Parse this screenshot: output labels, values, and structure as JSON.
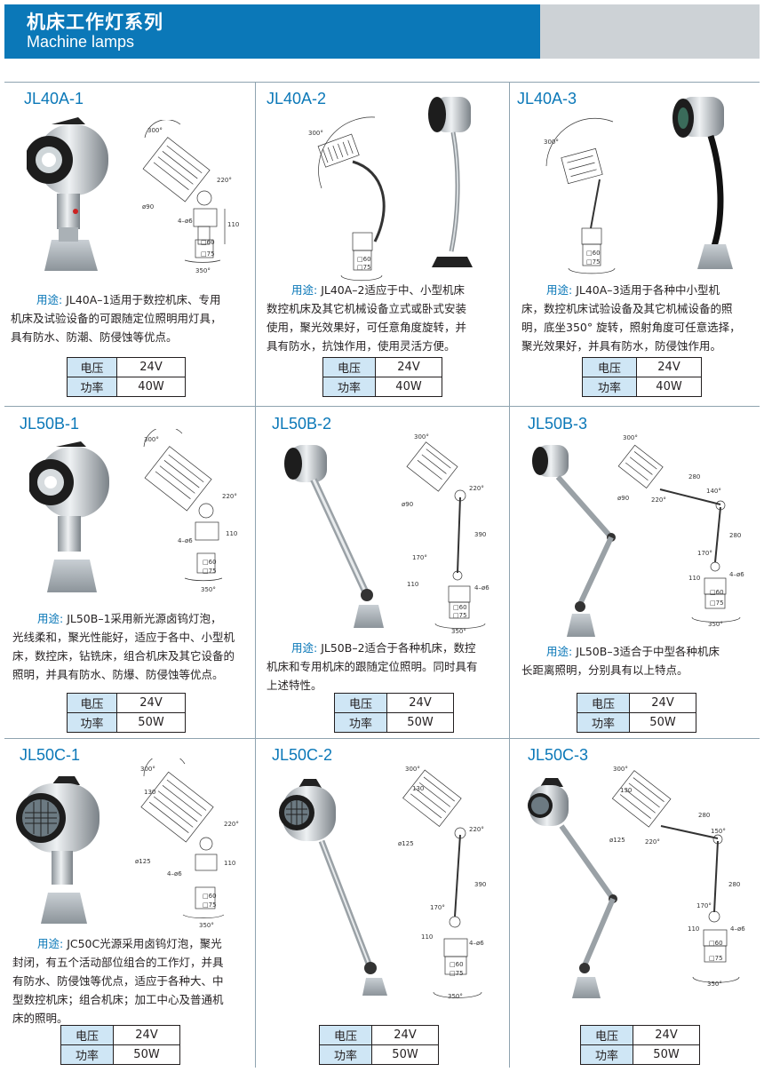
{
  "header": {
    "title_cn": "机床工作灯系列",
    "title_en": "Machine lamps"
  },
  "dim_labels": {
    "a300": "300°",
    "a220": "220°",
    "a350": "350°",
    "a170": "170°",
    "a140": "140°",
    "a150": "150°",
    "d110": "110",
    "d130": "130",
    "d390": "390",
    "d280": "280",
    "d60": "□60",
    "d75": "□75",
    "phi90": "ø90",
    "phi125": "ø125",
    "holes": "4–ø6"
  },
  "products": [
    {
      "model": "JL40A-1",
      "desc_label": "用途:",
      "desc_lines": [
        " JL40A–1适用于数控机床、专用",
        "机床及试验设备的可跟随定位照明用灯具，",
        "具有防水、防潮、防侵蚀等优点。"
      ],
      "spec_labels": [
        "电压",
        "功率"
      ],
      "spec_values": [
        "24V",
        "40W"
      ]
    },
    {
      "model": "JL40A-2",
      "desc_label": "用途:",
      "desc_lines": [
        " JL40A–2适应于中、小型机床",
        "数控机床及其它机械设备立式或卧式安装",
        "使用，聚光效果好，可任意角度旋转，并",
        "具有防水，抗蚀作用，使用灵活方便。"
      ],
      "spec_labels": [
        "电压",
        "功率"
      ],
      "spec_values": [
        "24V",
        "40W"
      ]
    },
    {
      "model": "JL40A-3",
      "desc_label": "用途:",
      "desc_lines": [
        " JL40A–3适用于各种中小型机",
        "床，数控机床试验设备及其它机械设备的照",
        "明，底坐350° 旋转，照射角度可任意选择，",
        "聚光效果好，并具有防水，防侵蚀作用。"
      ],
      "spec_labels": [
        "电压",
        "功率"
      ],
      "spec_values": [
        "24V",
        "40W"
      ]
    },
    {
      "model": "JL50B-1",
      "desc_label": "用途:",
      "desc_lines": [
        " JL50B–1采用新光源卤钨灯泡，",
        "光线柔和，聚光性能好，适应于各中、小型机",
        "床，数控床，钻铣床，组合机床及其它设备的",
        "照明，并具有防水、防爆、防侵蚀等优点。"
      ],
      "spec_labels": [
        "电压",
        "功率"
      ],
      "spec_values": [
        "24V",
        "50W"
      ]
    },
    {
      "model": "JL50B-2",
      "desc_label": "用途:",
      "desc_lines": [
        " JL50B–2适合于各种机床，数控",
        "机床和专用机床的跟随定位照明。同时具有",
        "上述特性。"
      ],
      "spec_labels": [
        "电压",
        "功率"
      ],
      "spec_values": [
        "24V",
        "50W"
      ]
    },
    {
      "model": "JL50B-3",
      "desc_label": "用途:",
      "desc_lines": [
        " JL50B–3适合于中型各种机床",
        "长距离照明，分别具有以上特点。"
      ],
      "spec_labels": [
        "电压",
        "功率"
      ],
      "spec_values": [
        "24V",
        "50W"
      ]
    },
    {
      "model": "JL50C-1",
      "desc_label": "用途:",
      "desc_lines": [
        " JC50C光源采用卤钨灯泡，聚光",
        "封闭，有五个活动部位组合的工作灯，并具",
        "有防水、防侵蚀等优点，适应于各种大、中",
        "型数控机床；组合机床；加工中心及普通机",
        "床的照明。"
      ],
      "spec_labels": [
        "电压",
        "功率"
      ],
      "spec_values": [
        "24V",
        "50W"
      ]
    },
    {
      "model": "JL50C-2",
      "desc_label": "",
      "desc_lines": [],
      "spec_labels": [
        "电压",
        "功率"
      ],
      "spec_values": [
        "24V",
        "50W"
      ]
    },
    {
      "model": "JL50C-3",
      "desc_label": "",
      "desc_lines": [],
      "spec_labels": [
        "电压",
        "功率"
      ],
      "spec_values": [
        "24V",
        "50W"
      ]
    }
  ]
}
